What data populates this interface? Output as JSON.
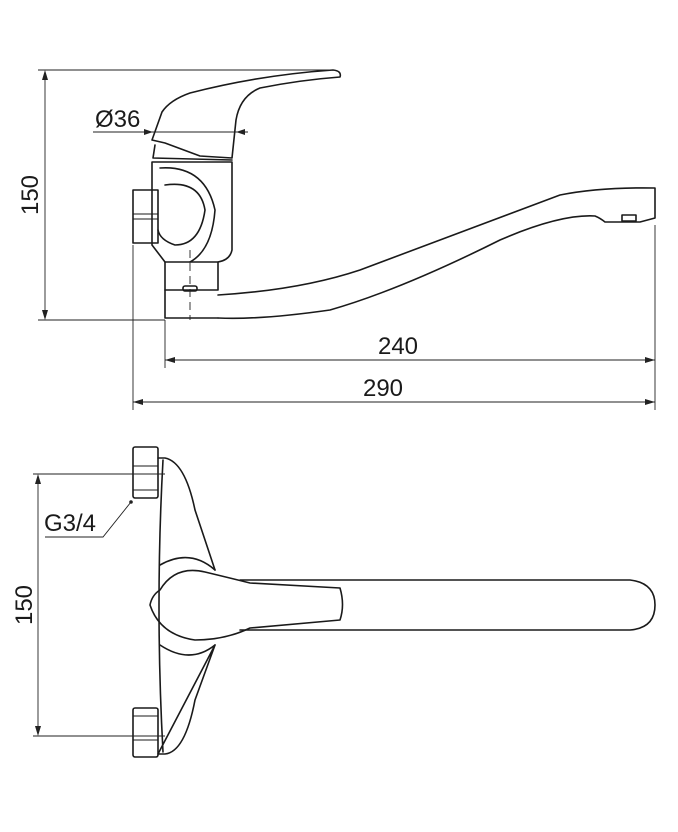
{
  "side_view": {
    "height_dim": "150",
    "diameter_dim": "Ø36",
    "spout_length_dim": "240",
    "overall_length_dim": "290"
  },
  "top_view": {
    "height_dim": "150",
    "thread_label": "G3/4"
  },
  "colors": {
    "line": "#1a1a1a",
    "background": "#ffffff"
  }
}
